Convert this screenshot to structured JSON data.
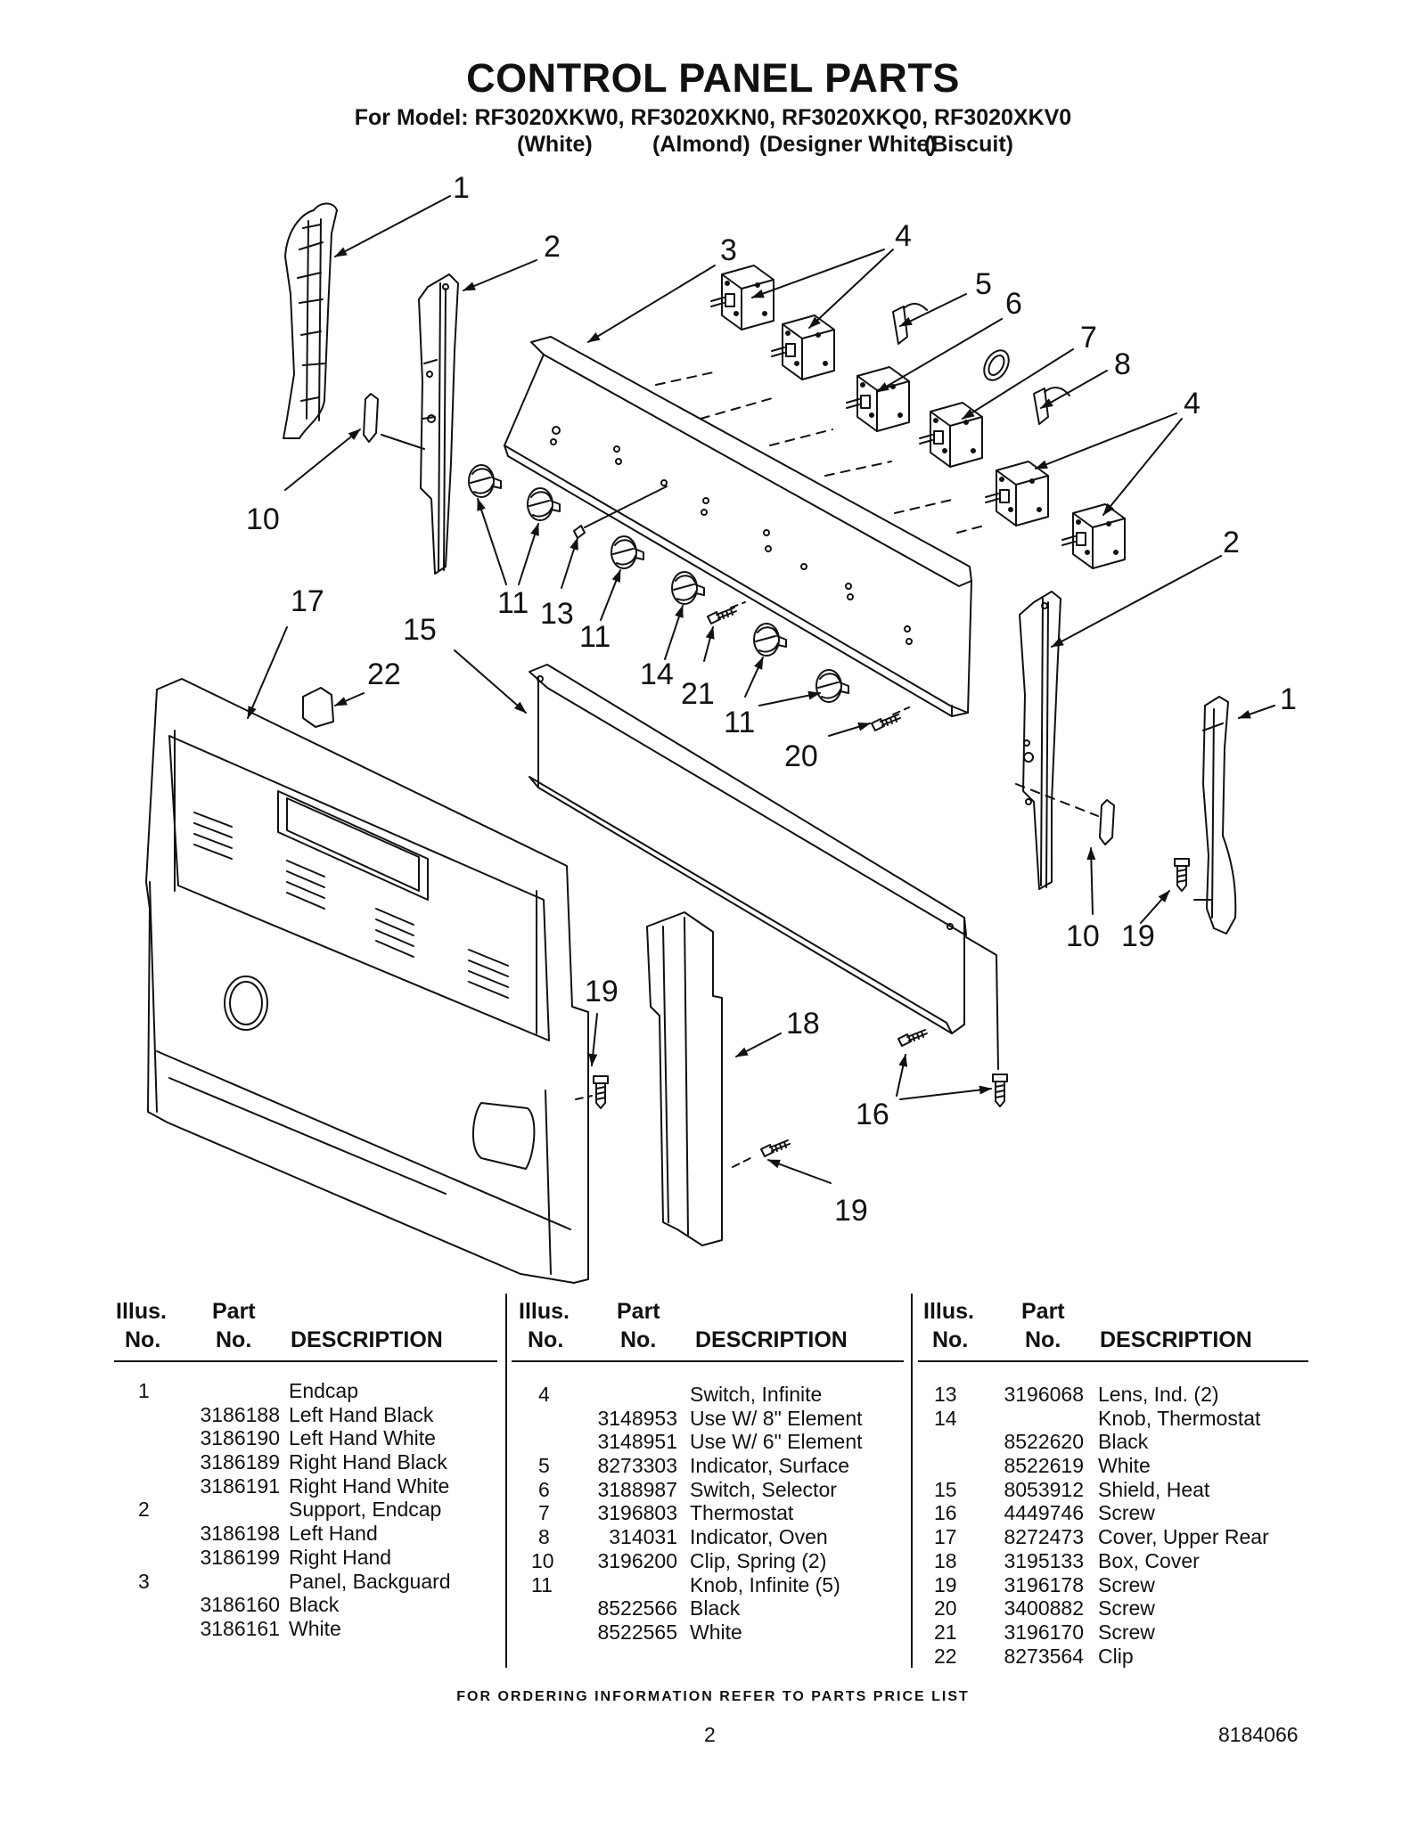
{
  "header": {
    "title": "CONTROL PANEL PARTS",
    "subtitle": "For Model: RF3020XKW0, RF3020XKN0, RF3020XKQ0, RF3020XKV0",
    "colors": [
      "(White)",
      "(Almond)",
      "(Designer White)",
      "(Biscuit)"
    ]
  },
  "diagram": {
    "callouts": [
      "1",
      "2",
      "3",
      "4",
      "5",
      "6",
      "7",
      "8",
      "4",
      "10",
      "11",
      "13",
      "11",
      "14",
      "21",
      "11",
      "2",
      "1",
      "17",
      "22",
      "15",
      "20",
      "10",
      "19",
      "19",
      "18",
      "16",
      "19"
    ]
  },
  "table": {
    "headers": {
      "illus_line1": "Illus.",
      "illus_line2": "No.",
      "part_line1": "Part",
      "part_line2": "No.",
      "description": "DESCRIPTION"
    },
    "columns": [
      {
        "rows": [
          {
            "illus": "1",
            "part": "",
            "desc": "Endcap"
          },
          {
            "illus": "",
            "part": "3186188",
            "desc": "Left Hand Black"
          },
          {
            "illus": "",
            "part": "3186190",
            "desc": "Left Hand White"
          },
          {
            "illus": "",
            "part": "3186189",
            "desc": "Right Hand Black"
          },
          {
            "illus": "",
            "part": "3186191",
            "desc": "Right Hand White"
          },
          {
            "illus": "2",
            "part": "",
            "desc": "Support, Endcap"
          },
          {
            "illus": "",
            "part": "3186198",
            "desc": "Left Hand"
          },
          {
            "illus": "",
            "part": "3186199",
            "desc": "Right Hand"
          },
          {
            "illus": "3",
            "part": "",
            "desc": "Panel, Backguard"
          },
          {
            "illus": "",
            "part": "3186160",
            "desc": "Black"
          },
          {
            "illus": "",
            "part": "3186161",
            "desc": "White"
          }
        ]
      },
      {
        "rows": [
          {
            "illus": "4",
            "part": "",
            "desc": "Switch, Infinite"
          },
          {
            "illus": "",
            "part": "3148953",
            "desc": "Use W/ 8\" Element"
          },
          {
            "illus": "",
            "part": "3148951",
            "desc": "Use W/ 6\" Element"
          },
          {
            "illus": "5",
            "part": "8273303",
            "desc": "Indicator, Surface"
          },
          {
            "illus": "6",
            "part": "3188987",
            "desc": "Switch, Selector"
          },
          {
            "illus": "7",
            "part": "3196803",
            "desc": "Thermostat"
          },
          {
            "illus": "8",
            "part": "314031",
            "desc": "Indicator, Oven"
          },
          {
            "illus": "10",
            "part": "3196200",
            "desc": "Clip, Spring (2)"
          },
          {
            "illus": "11",
            "part": "",
            "desc": "Knob, Infinite (5)"
          },
          {
            "illus": "",
            "part": "8522566",
            "desc": "Black"
          },
          {
            "illus": "",
            "part": "8522565",
            "desc": "White"
          }
        ]
      },
      {
        "rows": [
          {
            "illus": "13",
            "part": "3196068",
            "desc": "Lens, Ind. (2)"
          },
          {
            "illus": "14",
            "part": "",
            "desc": "Knob, Thermostat"
          },
          {
            "illus": "",
            "part": "8522620",
            "desc": "Black"
          },
          {
            "illus": "",
            "part": "8522619",
            "desc": "White"
          },
          {
            "illus": "15",
            "part": "8053912",
            "desc": "Shield, Heat"
          },
          {
            "illus": "16",
            "part": "4449746",
            "desc": "Screw"
          },
          {
            "illus": "17",
            "part": "8272473",
            "desc": "Cover, Upper Rear"
          },
          {
            "illus": "18",
            "part": "3195133",
            "desc": "Box, Cover"
          },
          {
            "illus": "19",
            "part": "3196178",
            "desc": "Screw"
          },
          {
            "illus": "20",
            "part": "3400882",
            "desc": "Screw"
          },
          {
            "illus": "21",
            "part": "3196170",
            "desc": "Screw"
          },
          {
            "illus": "22",
            "part": "8273564",
            "desc": "Clip"
          }
        ]
      }
    ]
  },
  "footer": {
    "note": "FOR ORDERING INFORMATION REFER TO PARTS PRICE LIST",
    "page": "2",
    "doc_number": "8184066"
  }
}
